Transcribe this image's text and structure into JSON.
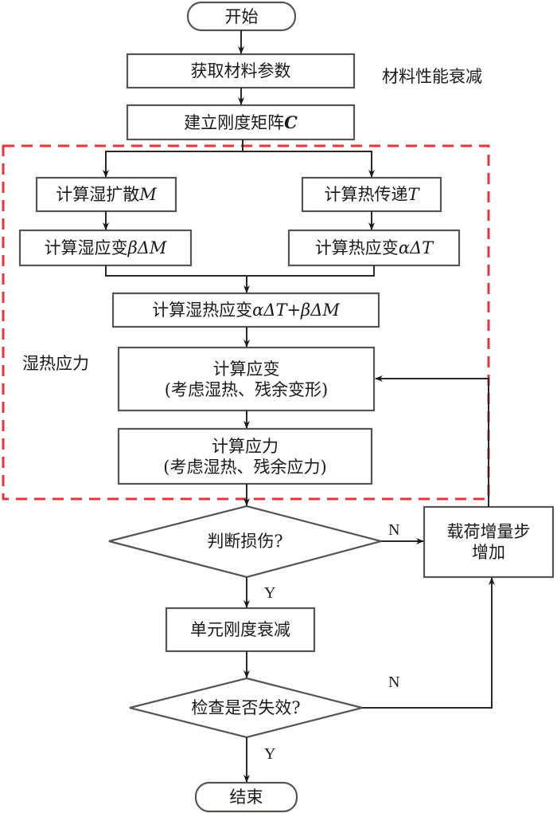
{
  "diagram": {
    "type": "flowchart",
    "colors": {
      "line": "#5a5450",
      "arrow": "#1a1a1a",
      "dashed_region": "#e8333a"
    },
    "nodes": {
      "start": {
        "shape": "terminal",
        "text": "开始"
      },
      "get_params": {
        "shape": "process",
        "text": "获取材料参数"
      },
      "stiffness": {
        "shape": "process",
        "text": "建立刚度矩阵",
        "symbol": "C"
      },
      "moisture_diff": {
        "shape": "process",
        "text": "计算湿扩散",
        "symbol": "M"
      },
      "heat_transfer": {
        "shape": "process",
        "text": "计算热传递",
        "symbol": "T"
      },
      "moisture_strain": {
        "shape": "process",
        "text": "计算湿应变",
        "symbol": "βΔM"
      },
      "thermal_strain": {
        "shape": "process",
        "text": "计算热应变",
        "symbol": "αΔT"
      },
      "hygrothermal_strain": {
        "shape": "process",
        "text": "计算湿热应变",
        "symbol": "αΔT+βΔM"
      },
      "calc_strain": {
        "shape": "process",
        "line1": "计算应变",
        "line2": "(考虑湿热、残余变形)"
      },
      "calc_stress": {
        "shape": "process",
        "line1": "计算应力",
        "line2": "(考虑湿热、残余应力)"
      },
      "damage_check": {
        "shape": "decision",
        "text": "判断损伤?"
      },
      "load_increment": {
        "shape": "process",
        "line1": "载荷增量步",
        "line2": "增加"
      },
      "stiffness_degrade": {
        "shape": "process",
        "text": "单元刚度衰减"
      },
      "failure_check": {
        "shape": "decision",
        "text": "检查是否失效?"
      },
      "end": {
        "shape": "terminal",
        "text": "结束"
      }
    },
    "annotations": {
      "material_degradation": "材料性能衰减",
      "hygrothermal_stress": "湿热应力"
    },
    "edge_labels": {
      "damage_no": "N",
      "damage_yes": "Y",
      "failure_no": "N",
      "failure_yes": "Y"
    }
  }
}
